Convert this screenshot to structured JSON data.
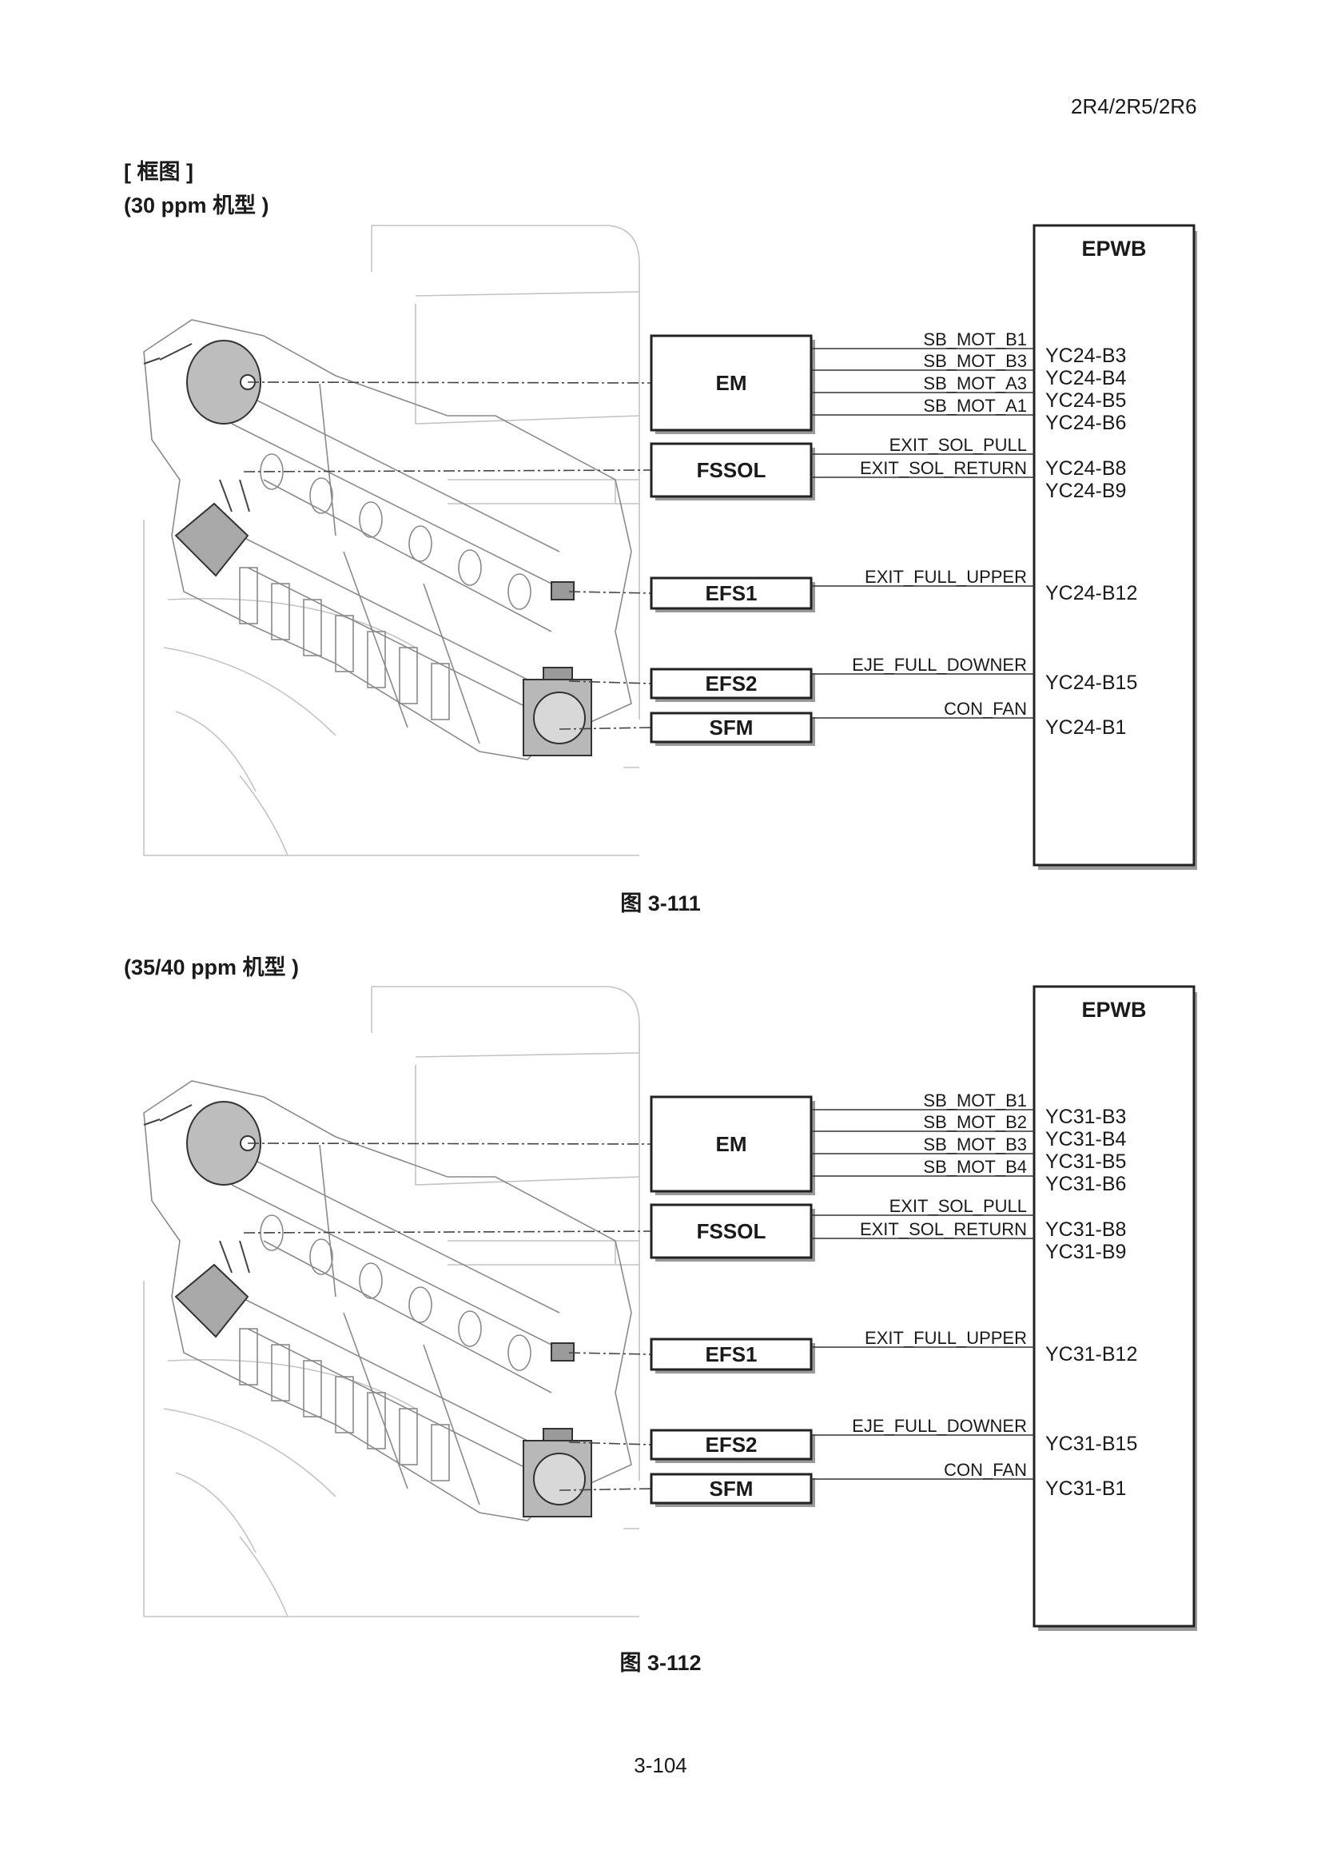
{
  "header": {
    "model_code": "2R4/2R5/2R6"
  },
  "section": {
    "title": "[ 框图 ]",
    "diagram1_title": "(30 ppm 机型 )",
    "diagram2_title": "(35/40 ppm 机型 )"
  },
  "diagrams": [
    {
      "board": "EPWB",
      "caption": "图 3-111",
      "components": [
        {
          "name": "EM",
          "signals": [
            "SB_MOT_B1",
            "SB_MOT_B3",
            "SB_MOT_A3",
            "SB_MOT_A1"
          ],
          "pins": [
            "YC24-B3",
            "YC24-B4",
            "YC24-B5",
            "YC24-B6"
          ]
        },
        {
          "name": "FSSOL",
          "signals": [
            "EXIT_SOL_PULL",
            "EXIT_SOL_RETURN"
          ],
          "pins": [
            "YC24-B8",
            "YC24-B9"
          ]
        },
        {
          "name": "EFS1",
          "signals": [
            "EXIT_FULL_UPPER"
          ],
          "pins": [
            "YC24-B12"
          ]
        },
        {
          "name": "EFS2",
          "signals": [
            "EJE_FULL_DOWNER"
          ],
          "pins": [
            "YC24-B15"
          ]
        },
        {
          "name": "SFM",
          "signals": [
            "CON_FAN"
          ],
          "pins": [
            "YC24-B1"
          ]
        }
      ]
    },
    {
      "board": "EPWB",
      "caption": "图 3-112",
      "components": [
        {
          "name": "EM",
          "signals": [
            "SB_MOT_B1",
            "SB_MOT_B2",
            "SB_MOT_B3",
            "SB_MOT_B4"
          ],
          "pins": [
            "YC31-B3",
            "YC31-B4",
            "YC31-B5",
            "YC31-B6"
          ]
        },
        {
          "name": "FSSOL",
          "signals": [
            "EXIT_SOL_PULL",
            "EXIT_SOL_RETURN"
          ],
          "pins": [
            "YC31-B8",
            "YC31-B9"
          ]
        },
        {
          "name": "EFS1",
          "signals": [
            "EXIT_FULL_UPPER"
          ],
          "pins": [
            "YC31-B12"
          ]
        },
        {
          "name": "EFS2",
          "signals": [
            "EJE_FULL_DOWNER"
          ],
          "pins": [
            "YC31-B15"
          ]
        },
        {
          "name": "SFM",
          "signals": [
            "CON_FAN"
          ],
          "pins": [
            "YC31-B1"
          ]
        }
      ]
    }
  ],
  "footer": {
    "page_number": "3-104"
  }
}
